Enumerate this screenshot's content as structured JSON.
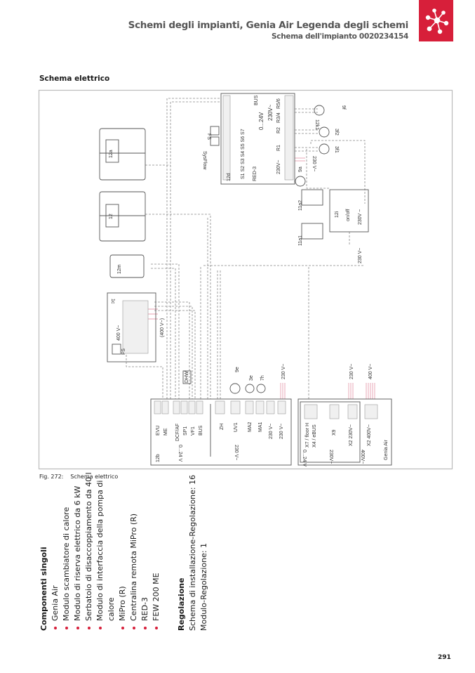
{
  "header": {
    "title": "Schemi degli impianti, Genia Air Legenda degli schemi",
    "subtitle": "Schema dell'impianto 0020234154",
    "logo_icon": "network-node-icon",
    "accent": "#d71f3a"
  },
  "section_title": "Schema elettrico",
  "caption": {
    "fig": "Fig. 272:",
    "text": "Schema elettrico"
  },
  "diagram": {
    "t12": "12",
    "t12a": "12a",
    "t12m": "12m",
    "t1c": "1c",
    "t12b": "12b",
    "t12d": "12d",
    "fs": "FS",
    "v400": "400 V~",
    "v400p": "(400 V~)",
    "sysflow": "SysFlow",
    "fs2": "FS",
    "red3": "RED-3",
    "v024": "0...24V",
    "v230": "230V~",
    "s_labels": "S1 S2 S3 S4 S5 S6  S7",
    "bus": "BUS",
    "r_230": "230V~",
    "r1": "R1",
    "r2": "R2",
    "r34": "R3/4",
    "r56": "R5/6",
    "c9f": "9f",
    "c3f2": "3f2",
    "c12k1": "12k1",
    "c3f1": "3f1",
    "v230b": "230 V~",
    "c9a": "9a",
    "c11a2": "11a2",
    "c11a1": "11a1",
    "c12i": "12i",
    "onoff": "on/off",
    "v230c": "230V ~",
    "v230d": "230 V~",
    "evu": "EVU",
    "me": "ME",
    "dcf": "DCF/AF",
    "sp1": "SP1",
    "vf1": "VF1",
    "bus2": "BUS",
    "zh": "ZH",
    "uv1": "UV1",
    "ma2": "MA2",
    "ma1": "MA1",
    "v230e": "230 V~",
    "v230f": "230 V~",
    "b024": "0...24 V",
    "b230": "230 V~",
    "dhw": "DHW",
    "c9e": "9e",
    "c3e": "3e",
    "c7h": "7h",
    "v230g": "230 V~",
    "x7": "X7 / floor H",
    "x4": "X4 / eBUS",
    "x9": "X9",
    "x2a": "X2  230V~",
    "x2b": "X2  400V~",
    "g024": "0...24 V",
    "g230": "230V~",
    "g400": "400V~",
    "genia": "Genia Air",
    "v230h": "230 V~",
    "v400h": "400 V~"
  },
  "components": {
    "heading": "Componenti singoli",
    "items": [
      "Genia Air",
      "Modulo scambiatore di calore",
      "Modulo di riserva elettrico da 6 kW",
      "Serbatoio di disaccoppiamento da 40 l",
      "Modulo di interfaccia della pompa di calore",
      "MiPro (R)",
      "Centralina remota MiPro (R)",
      "RED-3",
      "FEW 200 ME"
    ]
  },
  "regolazione": {
    "heading": "Regolazione",
    "lines": [
      "Schema di installazione-Regolazione: 16",
      "Modulo-Regolazione: 1"
    ]
  },
  "page_number": "291"
}
